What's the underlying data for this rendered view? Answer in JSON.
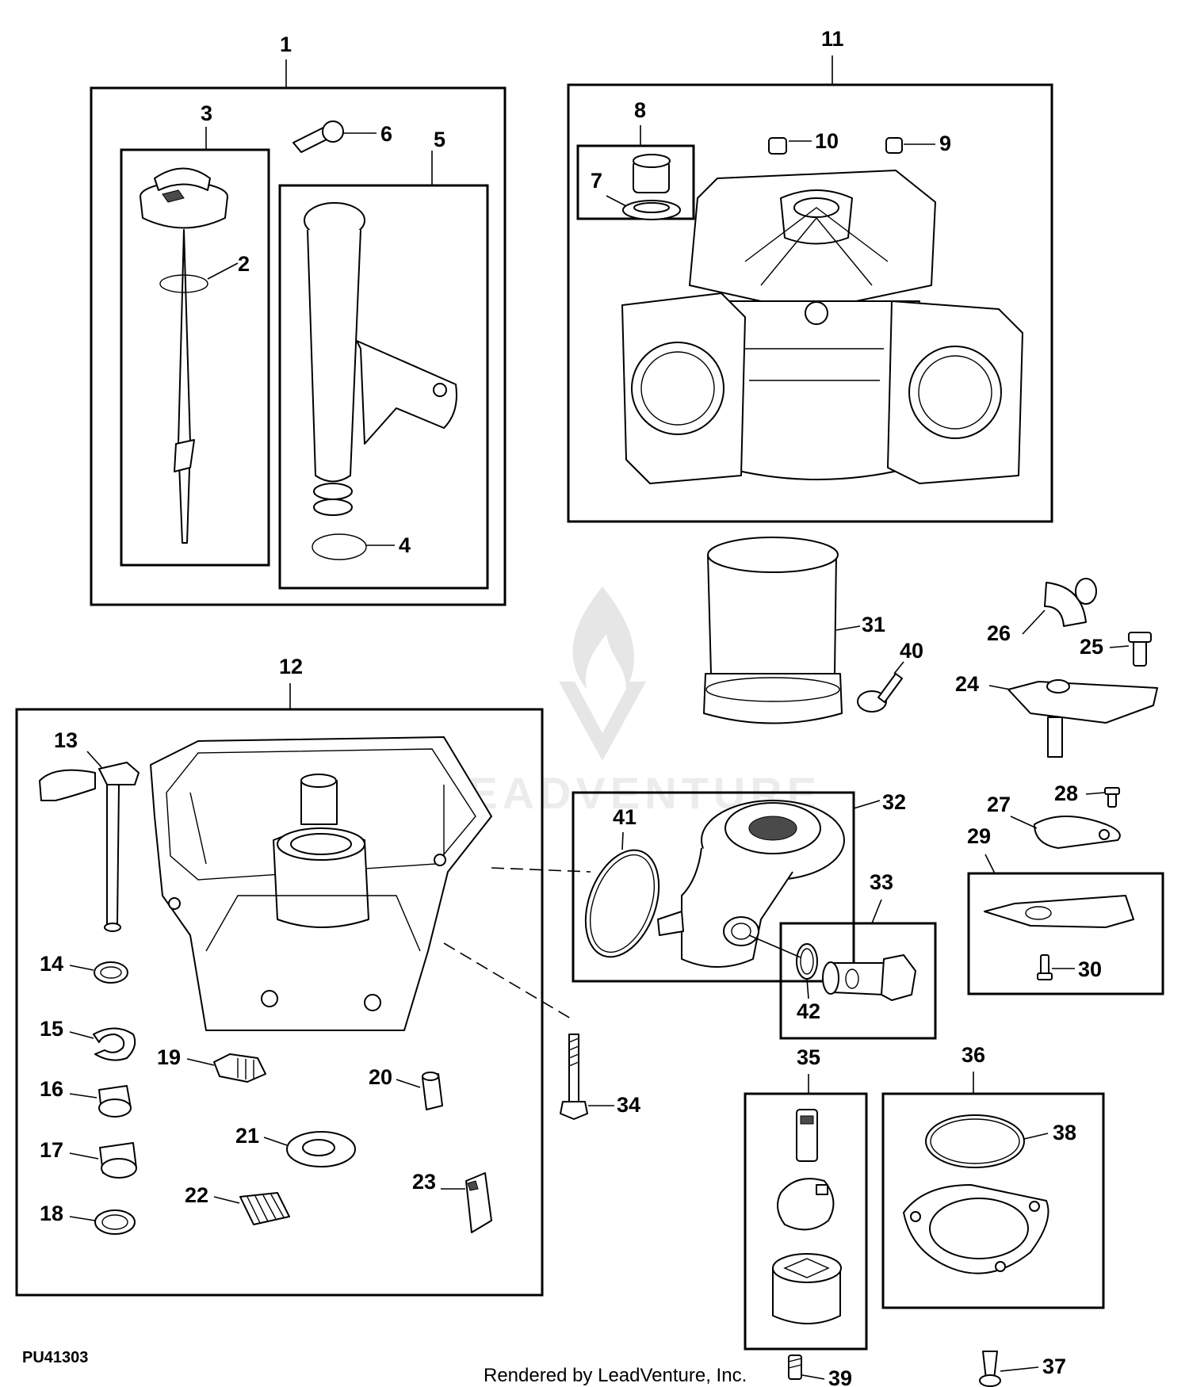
{
  "figure_id": "PU41303",
  "footer": "Rendered by LeadVenture, Inc.",
  "watermark": {
    "text": "LEADVENTURE",
    "logo": "leadventure-flame-logo"
  },
  "callouts": [
    "1",
    "2",
    "3",
    "4",
    "5",
    "6",
    "7",
    "8",
    "9",
    "10",
    "11",
    "12",
    "13",
    "14",
    "15",
    "16",
    "17",
    "18",
    "19",
    "20",
    "21",
    "22",
    "23",
    "24",
    "25",
    "26",
    "27",
    "28",
    "29",
    "30",
    "31",
    "32",
    "33",
    "34",
    "35",
    "36",
    "37",
    "38",
    "39",
    "40",
    "41",
    "42"
  ]
}
